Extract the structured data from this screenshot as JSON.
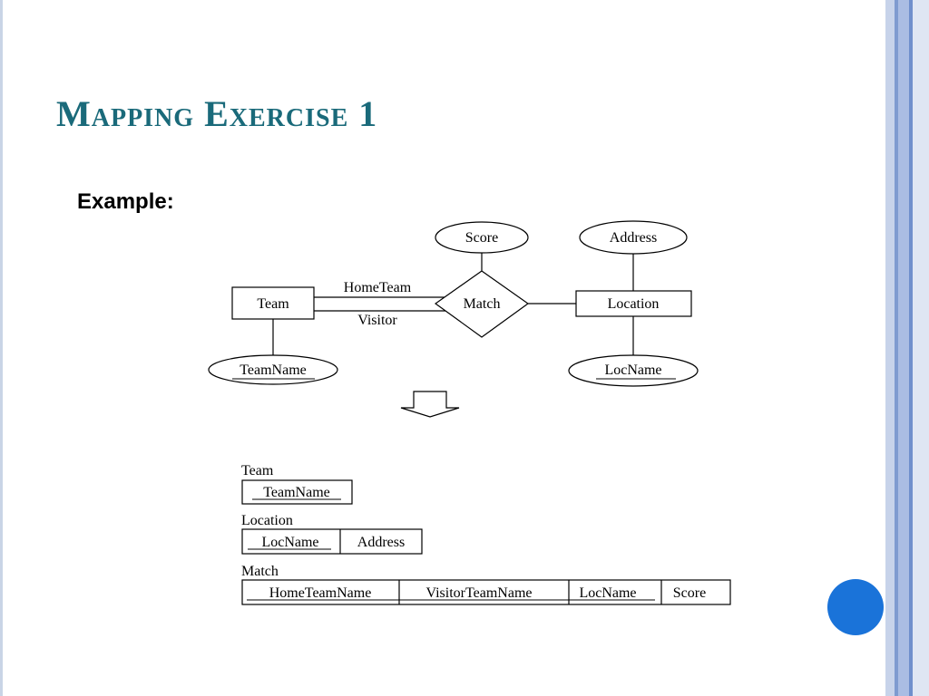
{
  "slide": {
    "title": "Mapping Exercise 1",
    "example_label": "Example:"
  },
  "er_diagram": {
    "entities": {
      "team": "Team",
      "location": "Location"
    },
    "relationship": "Match",
    "attributes": {
      "score": "Score",
      "address": "Address",
      "team_name": "TeamName",
      "loc_name": "LocName"
    },
    "roles": {
      "home": "HomeTeam",
      "visitor": "Visitor"
    }
  },
  "relations": {
    "team": {
      "name": "Team",
      "columns": [
        "TeamName"
      ]
    },
    "location": {
      "name": "Location",
      "columns": [
        "LocName",
        "Address"
      ]
    },
    "match": {
      "name": "Match",
      "columns": [
        "HomeTeamName",
        "VisitorTeamName",
        "LocName",
        "Score"
      ]
    }
  },
  "colors": {
    "title": "#1a6a7a",
    "accent_dot": "#1a73d9",
    "right_stripes": [
      "#c7d3ea",
      "#7f9bd0",
      "#aabde3",
      "#6f8fcc",
      "#dfe6f3"
    ]
  }
}
